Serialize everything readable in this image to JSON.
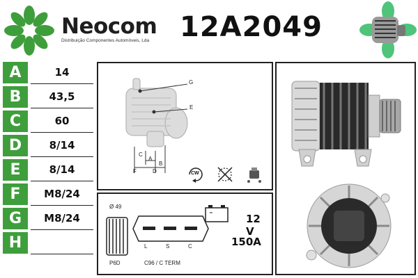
{
  "brand": {
    "name": "Neocom",
    "subtitle": "Distribuição Componentes Automóveis, Lda"
  },
  "part_number": "12A2049",
  "specs": [
    {
      "letter": "A",
      "value": "14"
    },
    {
      "letter": "B",
      "value": "43,5"
    },
    {
      "letter": "C",
      "value": "60"
    },
    {
      "letter": "D",
      "value": "8/14"
    },
    {
      "letter": "E",
      "value": "8/14"
    },
    {
      "letter": "F",
      "value": "M8/24"
    },
    {
      "letter": "G",
      "value": "M8/24"
    },
    {
      "letter": "H",
      "value": ""
    }
  ],
  "diagram": {
    "labels": {
      "g": "G",
      "e": "E",
      "c": "C",
      "a": "A",
      "b": "B",
      "f": "F",
      "d": "D"
    },
    "rotation": "CW"
  },
  "electrical": {
    "pulley_diameter": "Ø 49",
    "pulley_type": "P6D",
    "plug_pins": [
      "L",
      "S",
      "C"
    ],
    "connector": "C96 / C TERM",
    "voltage": "12 V",
    "amperage": "150A"
  },
  "colors": {
    "brand_green": "#3f9e3c",
    "text": "#111111"
  },
  "icons": [
    "logo-icon",
    "rotation-cw-icon",
    "no-wash-icon",
    "regulator-icon",
    "battery-icon",
    "alternator-photo-icon"
  ]
}
